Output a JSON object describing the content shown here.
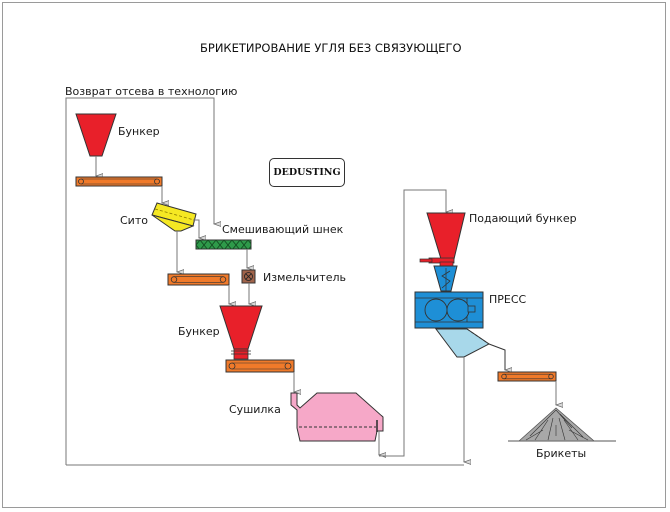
{
  "diagram": {
    "title": "БРИКЕТИРОВАНИЕ УГЛЯ БЕЗ СВЯЗУЮЩЕГО",
    "dedusting_label": "DEDUSTING",
    "labels": {
      "return": "Возврат отсева в технологию",
      "bunker1": "Бункер",
      "sieve": "Сито",
      "mixer": "Смешивающий шнек",
      "crusher": "Измельчитель",
      "bunker2": "Бункер",
      "dryer": "Сушилка",
      "feed_bunker": "Подающий бункер",
      "press": "ПРЕСС",
      "briquettes": "Брикеты"
    },
    "colors": {
      "bunker": "#e8202a",
      "conveyor": "#f07a2a",
      "sieve": "#f5e823",
      "mixer": "#2e9a4a",
      "crusher": "#a0634a",
      "dryer": "#f6a8c8",
      "press": "#1e8fd6",
      "press_hopper": "#a8d8ea",
      "pile": "#a0a0a0",
      "line": "#666666"
    }
  }
}
